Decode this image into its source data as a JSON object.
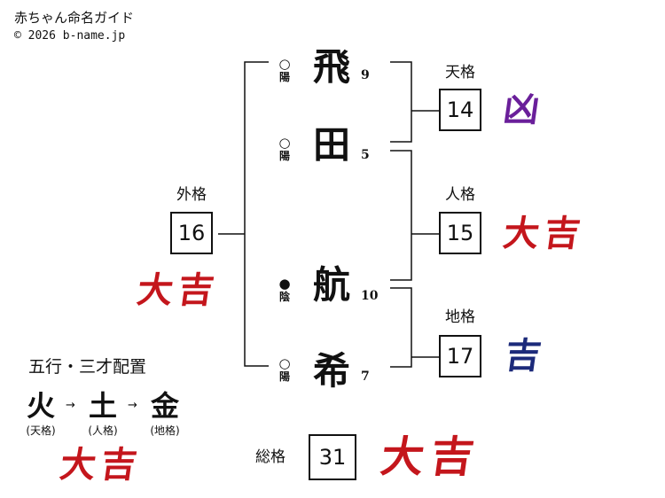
{
  "site": {
    "title": "赤ちゃん命名ガイド",
    "copyright": "© 2026 b-name.jp"
  },
  "characters": [
    {
      "char": "飛",
      "strokes": "9",
      "yinyang_mark": "○",
      "yinyang": "陽"
    },
    {
      "char": "田",
      "strokes": "5",
      "yinyang_mark": "○",
      "yinyang": "陽"
    },
    {
      "char": "航",
      "strokes": "10",
      "yinyang_mark": "●",
      "yinyang": "陰"
    },
    {
      "char": "希",
      "strokes": "7",
      "yinyang_mark": "○",
      "yinyang": "陽"
    }
  ],
  "kaku": {
    "ten": {
      "label": "天格",
      "value": "14",
      "fortune": "凶",
      "color": "#6a1f9a"
    },
    "jin": {
      "label": "人格",
      "value": "15",
      "fortune": "大吉",
      "color": "#c4161c"
    },
    "chi": {
      "label": "地格",
      "value": "17",
      "fortune": "吉",
      "color": "#1c2a7a"
    },
    "gai": {
      "label": "外格",
      "value": "16",
      "fortune": "大吉",
      "color": "#c4161c"
    },
    "total": {
      "label": "総格",
      "value": "31",
      "fortune": "大吉",
      "color": "#c4161c"
    }
  },
  "gogyo": {
    "title": "五行・三才配置",
    "elements": [
      {
        "char": "火",
        "sub": "(天格)"
      },
      {
        "char": "土",
        "sub": "(人格)"
      },
      {
        "char": "金",
        "sub": "(地格)"
      }
    ],
    "arrow": "→",
    "fortune": "大吉",
    "color": "#c4161c"
  }
}
